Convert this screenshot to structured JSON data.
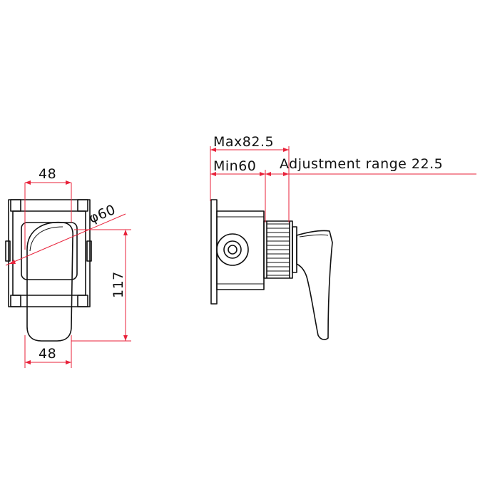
{
  "dimensions": {
    "front_top_width": "48",
    "front_bottom_width": "48",
    "front_diameter": "φ60",
    "front_height": "117",
    "side_max": "Max82.5",
    "side_min": "Min60",
    "side_adjustment": "Adjustment range 22.5"
  },
  "colors": {
    "dimension_line": "#e8223a",
    "outline": "#111111"
  }
}
